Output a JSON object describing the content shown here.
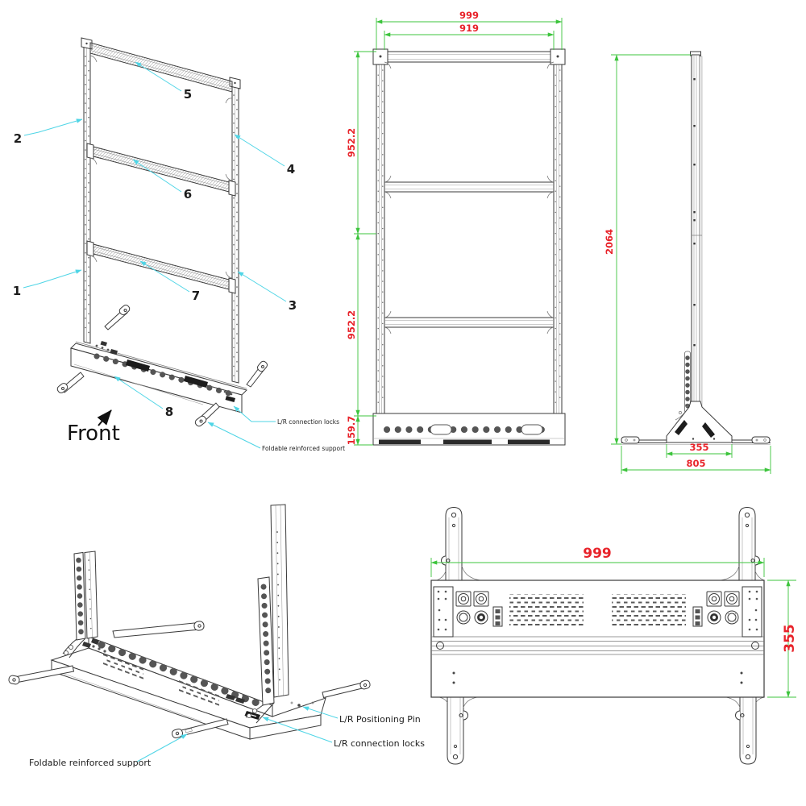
{
  "colors": {
    "dimension_line": "#3cc43c",
    "dimension_text": "#e8232a",
    "leader_line": "#4fd5e6",
    "drawing_line": "#3a3a3a"
  },
  "iso_front": {
    "callouts": {
      "c1": "1",
      "c2": "2",
      "c3": "3",
      "c4": "4",
      "c5": "5",
      "c6": "6",
      "c7": "7",
      "c8": "8"
    },
    "front_label": "Front",
    "connection_locks_label": "L/R connection locks",
    "foldable_support_label": "Foldable reinforced support"
  },
  "front_view": {
    "width_total": "999",
    "width_inner": "919",
    "height_upper": "952.2",
    "height_lower": "952.2",
    "height_base": "159.7"
  },
  "side_view": {
    "height_total": "2064",
    "base_depth": "355",
    "foot_span": "805"
  },
  "iso_base": {
    "positioning_pin_label": "L/R Positioning Pin",
    "connection_locks_label": "L/R connection locks",
    "foldable_support_label": "Foldable reinforced support"
  },
  "top_view": {
    "width_total": "999",
    "depth": "355"
  }
}
